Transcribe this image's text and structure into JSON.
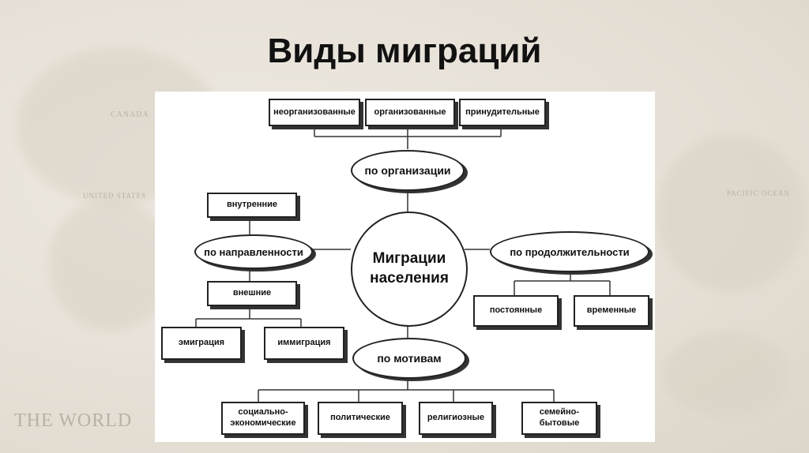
{
  "title": "Виды миграций",
  "background": {
    "map_labels": [
      "CANADA",
      "UNITED STATES",
      "PACIFIC OCEAN",
      "THE WORLD"
    ]
  },
  "diagram": {
    "center": "Миграции населения",
    "organization": {
      "label": "по организации",
      "items": [
        "неорганизованные",
        "организованные",
        "принудительные"
      ]
    },
    "direction": {
      "label": "по направленности",
      "internal": "внутренние",
      "external": "внешние",
      "external_items": [
        "эмиграция",
        "иммиграция"
      ]
    },
    "duration": {
      "label": "по продолжительности",
      "items": [
        "постоянные",
        "временные"
      ]
    },
    "motives": {
      "label": "по мотивам",
      "items": [
        "социально-экономические",
        "политические",
        "религиозные",
        "семейно-бытовые"
      ]
    }
  }
}
